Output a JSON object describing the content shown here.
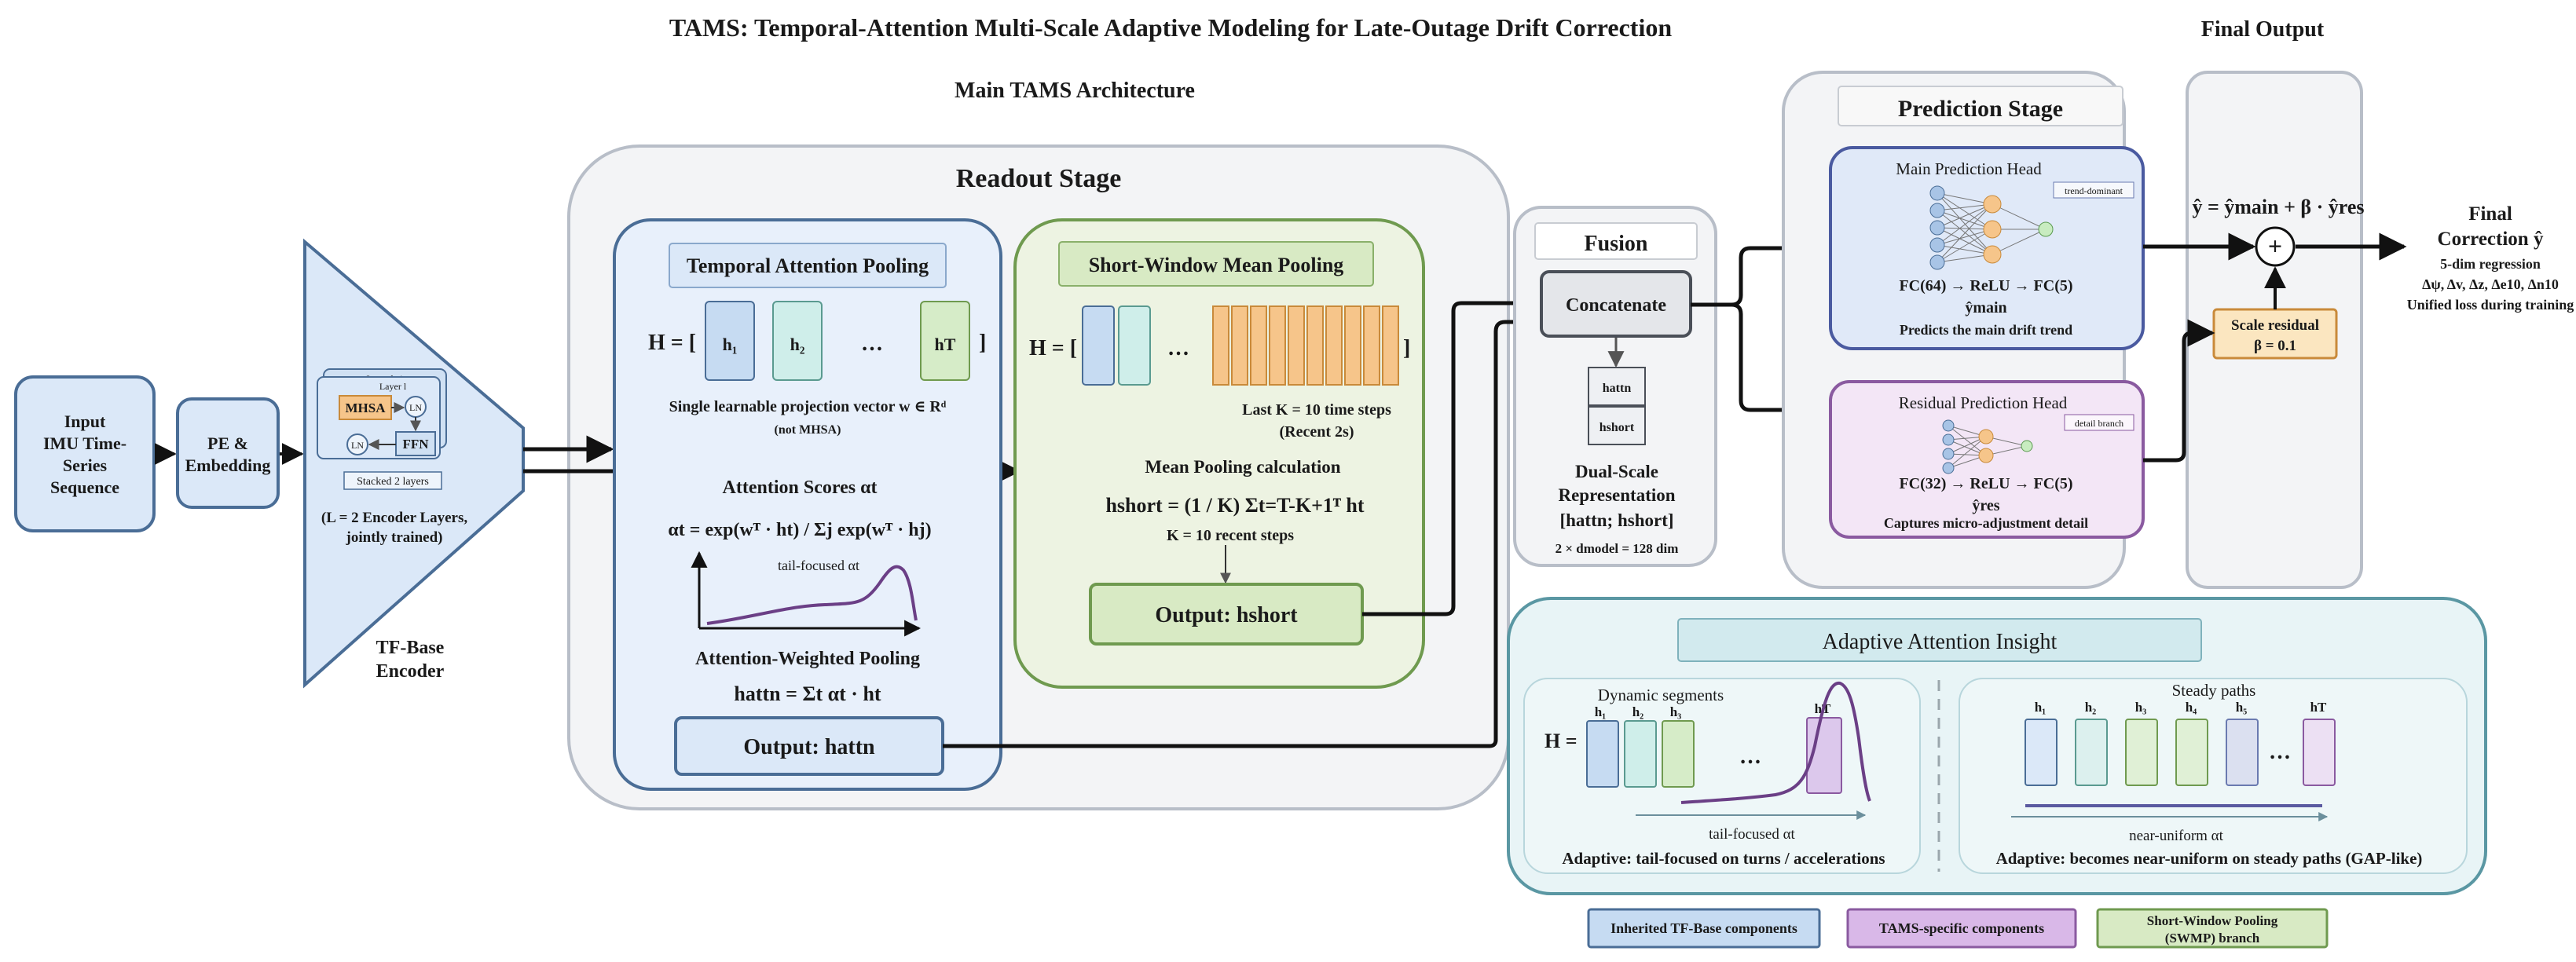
{
  "title": "TAMS: Temporal-Attention Multi-Scale Adaptive Modeling for Late-Outage Drift Correction",
  "section_main": "Main TAMS Architecture",
  "section_final": "Final Output",
  "input": {
    "line1": "Input",
    "line2": "IMU Time-",
    "line3": "Series",
    "line4": "Sequence"
  },
  "pe": {
    "line1": "PE &",
    "line2": "Embedding"
  },
  "encoder": {
    "layer_top": "Layer l+1",
    "layer": "Layer l",
    "mhsa": "MHSA",
    "ln": "LN",
    "ffn": "FFN",
    "stacked": "Stacked 2 layers",
    "note1": "(L = 2 Encoder Layers,",
    "note2": "jointly trained)",
    "label1": "TF-Base",
    "label2": "Encoder"
  },
  "readout": {
    "title": "Readout Stage"
  },
  "tap": {
    "title": "Temporal Attention Pooling",
    "h_eq": "H = [",
    "h_close": "]",
    "h1": "h₁",
    "h2": "h₂",
    "dots": "…",
    "hT": "hT",
    "proj": "Single learnable projection vector w ∈ Rᵈ",
    "not_mhsa": "(not MHSA)",
    "scores": "Attention Scores αt",
    "formula": "αt = exp(wᵀ · ht) / Σj exp(wᵀ · hj)",
    "tail_label": "tail-focused αt",
    "weighted": "Attention-Weighted Pooling",
    "hattn_eq": "hattn = Σt αt · ht",
    "output": "Output: hattn"
  },
  "swmp": {
    "title": "Short-Window Mean Pooling",
    "h_eq": "H = [",
    "h_close": "]",
    "dots": "…",
    "lastk": "Last K = 10 time steps",
    "recent": "(Recent 2s)",
    "calc": "Mean Pooling calculation",
    "formula": "hshort = (1 / K) Σt=T-K+1ᵀ ht",
    "k": "K = 10 recent steps",
    "output": "Output: hshort"
  },
  "fusion": {
    "title": "Fusion",
    "concat": "Concatenate",
    "hattn": "hattn",
    "hshort": "hshort",
    "dual1": "Dual-Scale",
    "dual2": "Representation",
    "dual3": "[hattn; hshort]",
    "dim": "2 × dmodel = 128 dim"
  },
  "prediction": {
    "title": "Prediction Stage",
    "main_title": "Main Prediction Head",
    "main_tag": "trend-dominant",
    "main_fc": "FC(64) → ReLU → FC(5)",
    "main_y": "ŷmain",
    "main_desc": "Predicts the main drift trend",
    "res_title": "Residual Prediction Head",
    "res_tag": "detail branch",
    "res_fc": "FC(32) → ReLU → FC(5)",
    "res_y": "ŷres",
    "res_desc": "Captures micro-adjustment detail"
  },
  "final": {
    "equation": "ŷ = ŷmain + β · ŷres",
    "plus": "+",
    "scale1": "Scale residual",
    "scale2": "β = 0.1",
    "correction1": "Final",
    "correction2": "Correction ŷ",
    "reg": "5-dim regression",
    "vars": "Δψ, Δv, Δz, Δe10, Δn10",
    "loss": "Unified loss during training"
  },
  "insight": {
    "title": "Adaptive Attention Insight",
    "dyn_title": "Dynamic segments",
    "h_eq": "H =",
    "h1": "h₁",
    "h2": "h₂",
    "h3": "h₃",
    "hT": "hT",
    "dots": "…",
    "tail": "tail-focused αt",
    "dyn_caption": "Adaptive: tail-focused on turns / accelerations",
    "steady_title": "Steady paths",
    "s1": "h₁",
    "s2": "h₂",
    "s3": "h₃",
    "s4": "h₄",
    "s5": "h₅",
    "sT": "hT",
    "near": "near-uniform αt",
    "steady_caption": "Adaptive: becomes near-uniform on steady paths (GAP-like)"
  },
  "legend": {
    "inherited": "Inherited TF-Base components",
    "tams": "TAMS-specific components",
    "swmp1": "Short-Window Pooling",
    "swmp2": "(SWMP) branch"
  },
  "colors": {
    "blue_fill": "#dbe8f8",
    "blue_stroke": "#4a6d96",
    "green_fill": "#e8f2dc",
    "green_stroke": "#6f9a4f",
    "purple_fill": "#eee0f3",
    "purple_stroke": "#8a5aa0",
    "orange": "#f6c58a",
    "teal_fill": "#e6f3f5",
    "teal_stroke": "#5a97a3"
  }
}
